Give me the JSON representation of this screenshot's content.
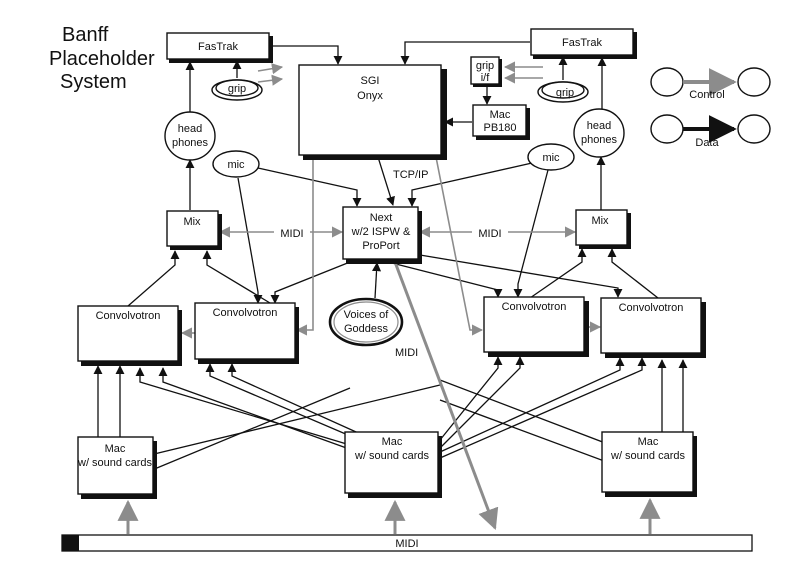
{
  "title_lines": [
    "Banff",
    "Placeholder",
    "System"
  ],
  "nodes": {
    "fastrak_left": "FasTrak",
    "fastrak_right": "FasTrak",
    "grip_left": "grip",
    "grip_right": "grip",
    "sgi_line1": "SGI",
    "sgi_line2": "Onyx",
    "grip_if_line1": "grip",
    "grip_if_line2": "i/f",
    "mac_pb_line1": "Mac",
    "mac_pb_line2": "PB180",
    "headphones_left_line1": "head",
    "headphones_left_line2": "phones",
    "headphones_right_line1": "head",
    "headphones_right_line2": "phones",
    "mic_left": "mic",
    "mic_right": "mic",
    "mix_left": "Mix",
    "mix_right": "Mix",
    "next_line1": "Next",
    "next_line2": "w/2 ISPW &",
    "next_line3": "ProPort",
    "voices_line1": "Voices of",
    "voices_line2": "Goddess",
    "convolvotron_1": "Convolvotron",
    "convolvotron_2": "Convolvotron",
    "convolvotron_3": "Convolvotron",
    "convolvotron_4": "Convolvotron",
    "mac_left_line1": "Mac",
    "mac_left_line2": "w/ sound cards",
    "mac_center_line1": "Mac",
    "mac_center_line2": "w/ sound cards",
    "mac_right_line1": "Mac",
    "mac_right_line2": "w/ sound cards"
  },
  "edge_labels": {
    "tcpip": "TCP/IP",
    "midi_left": "MIDI",
    "midi_right": "MIDI",
    "midi_diag": "MIDI",
    "midi_bus": "MIDI"
  },
  "legend": {
    "control": "Control",
    "data": "Data",
    "control_color": "#8c8c8c",
    "data_color": "#111111"
  }
}
